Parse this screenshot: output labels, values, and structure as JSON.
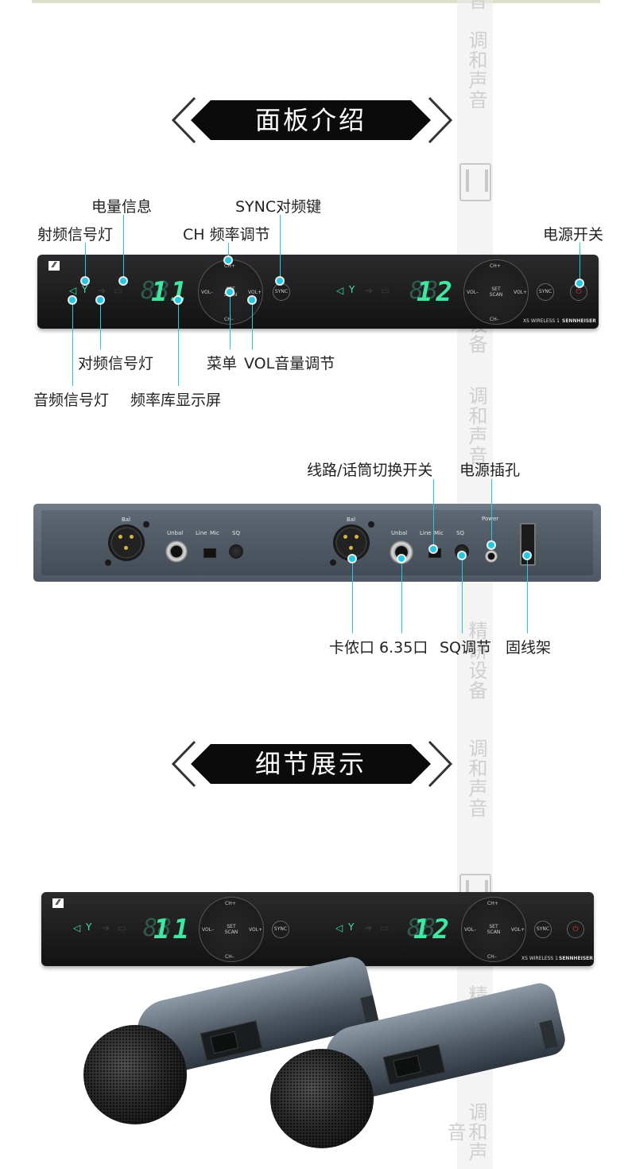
{
  "watermark": {
    "text_a": "调和声音",
    "text_b": "精研设备",
    "text_top": "音"
  },
  "sections": {
    "panel_intro": "面板介绍",
    "detail_show": "细节展示"
  },
  "front_labels": {
    "battery": "电量信息",
    "rf_led": "射频信号灯",
    "sync_key": "SYNC对频键",
    "ch_adjust": "CH 频率调节",
    "power_switch": "电源开关",
    "pair_led": "对频信号灯",
    "menu": "菜单",
    "vol": "VOL音量调节",
    "audio_led": "音频信号灯",
    "freq_display": "频率库显示屏"
  },
  "rear_labels": {
    "line_mic": "线路/话筒切换开关",
    "power_jack": "电源插孔",
    "jack_635": "卡侬口 6.35口",
    "sq": "SQ调节",
    "cable_holder": "固线架"
  },
  "device": {
    "ch1": "11",
    "ch2": "12",
    "ch_plus": "CH+",
    "ch_minus": "CH–",
    "vol_minus": "VOL–",
    "vol_plus": "VOL+",
    "set_scan": "SET\nSCAN",
    "sync": "SYNC",
    "model": "XS WIRELESS 1",
    "brand": "SENNHEISER",
    "rear_bal": "Bal",
    "rear_unbal": "Unbal",
    "rear_line": "Line",
    "rear_mic": "Mic",
    "rear_sq": "SQ",
    "rear_power": "Power"
  }
}
